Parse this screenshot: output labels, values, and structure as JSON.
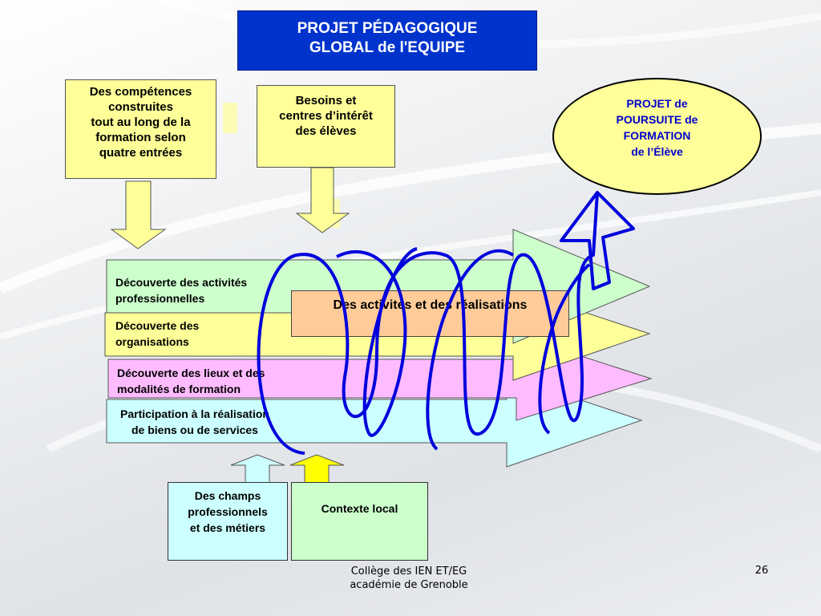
{
  "title": {
    "line1": "PROJET PÉDAGOGIQUE",
    "line2": "GLOBAL de l'EQUIPE"
  },
  "competences": {
    "lines": [
      "Des compétences",
      "construites",
      "tout au long de la",
      "formation selon",
      "quatre entrées"
    ]
  },
  "besoins": {
    "lines": [
      "Besoins et",
      "centres d’intérêt",
      "des élèves"
    ]
  },
  "projet_poursuite": {
    "lines": [
      "PROJET de",
      "POURSUITE de",
      "FORMATION",
      "de l’Élève"
    ]
  },
  "bands": [
    {
      "line1": "Découverte des activités",
      "line2": "professionnelles",
      "color": "#ccffcc"
    },
    {
      "line1": "Découverte des",
      "line2": "organisations",
      "color": "#ffff99"
    },
    {
      "line1": "Découverte des lieux et des",
      "line2": "modalités de formation",
      "color": "#ffbbff"
    },
    {
      "line1": "Participation à la réalisation",
      "line2": "de biens ou de services",
      "color": "#ccffff"
    }
  ],
  "activites_label": "Des activités et des réalisations",
  "champs": {
    "lines": [
      "Des champs",
      "professionnels",
      "et des métiers"
    ]
  },
  "contexte_label": "Contexte local",
  "footer": {
    "line1": "Collège des IEN ET/EG",
    "line2": "académie de Grenoble"
  },
  "page_number": "26",
  "colors": {
    "title_bg": "#0033cc",
    "spiral": "#0000dd",
    "yellow": "#ffff99",
    "orange": "#ffcc99"
  }
}
